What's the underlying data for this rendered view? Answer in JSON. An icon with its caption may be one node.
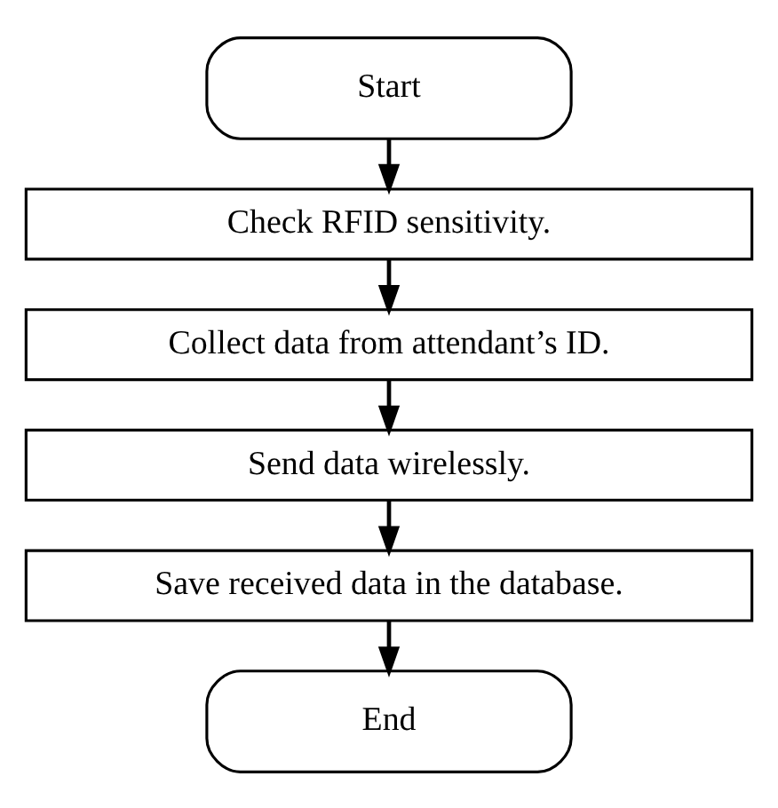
{
  "diagram": {
    "nodes": [
      {
        "text": [
          "Start"
        ]
      },
      {
        "text": [
          "Check RFID sensitivity."
        ]
      },
      {
        "text": [
          "Collect data from attendant’s ID."
        ]
      },
      {
        "text": [
          "Send data wirelessly."
        ]
      },
      {
        "text": [
          "Save received data in the database."
        ]
      },
      {
        "text": [
          "End"
        ]
      }
    ],
    "edges": [
      {
        "from": 0,
        "to": 1,
        "arrow": "to"
      },
      {
        "from": 1,
        "to": 2,
        "arrow": "to"
      },
      {
        "from": 2,
        "to": 3,
        "arrow": "to"
      },
      {
        "from": 3,
        "to": 4,
        "arrow": "to"
      },
      {
        "from": 4,
        "to": 5,
        "arrow": "to"
      }
    ]
  }
}
